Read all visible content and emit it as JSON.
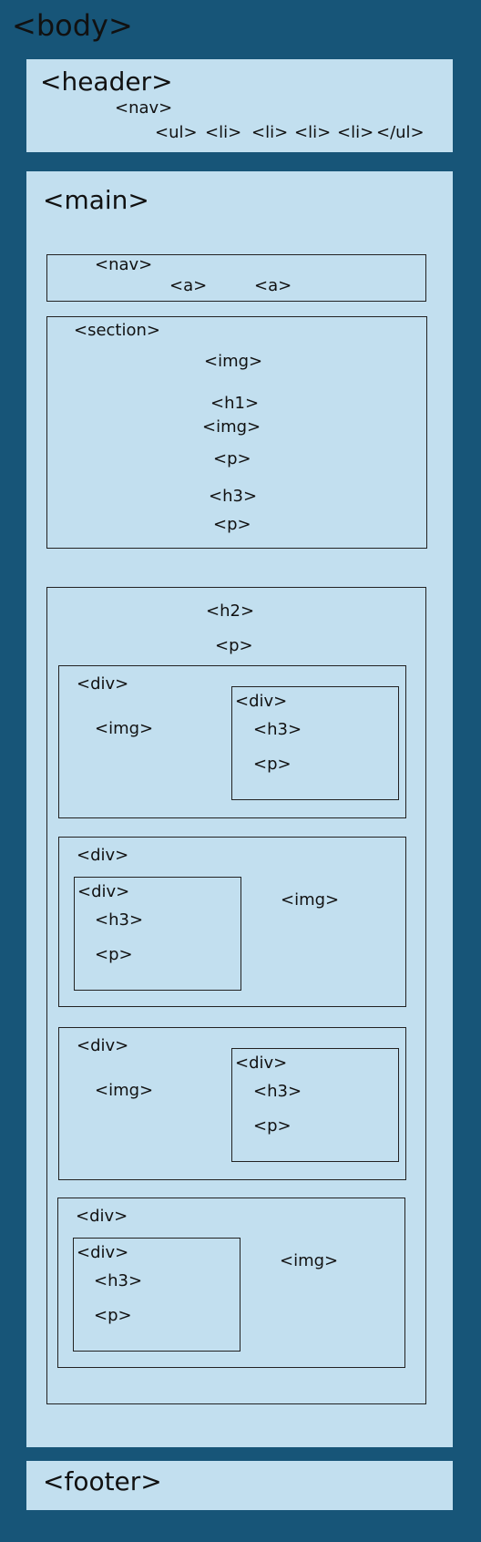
{
  "body_label": "<body>",
  "header": {
    "label": "<header>",
    "nav": "<nav>",
    "ul_open": "<ul>",
    "li": [
      "<li>",
      "<li>",
      "<li>",
      "<li>"
    ],
    "ul_close": "</ul>"
  },
  "main": {
    "label": "<main>",
    "nav": {
      "label": "<nav>",
      "links": [
        "<a>",
        "<a>"
      ]
    },
    "section": {
      "label": "<section>",
      "items": [
        "<img>",
        "<h1>",
        "<img>",
        "<p>",
        "<h3>",
        "<p>"
      ]
    },
    "article": {
      "h2": "<h2>",
      "p": "<p>",
      "cards": [
        {
          "div": "<div>",
          "img": "<img>",
          "inner_div": "<div>",
          "h3": "<h3>",
          "p": "<p>"
        },
        {
          "div": "<div>",
          "img": "<img>",
          "inner_div": "<div>",
          "h3": "<h3>",
          "p": "<p>"
        },
        {
          "div": "<div>",
          "img": "<img>",
          "inner_div": "<div>",
          "h3": "<h3>",
          "p": "<p>"
        },
        {
          "div": "<div>",
          "img": "<img>",
          "inner_div": "<div>",
          "h3": "<h3>",
          "p": "<p>"
        }
      ]
    }
  },
  "footer": {
    "label": "<footer>"
  },
  "colors": {
    "background": "#175578",
    "panel": "#c2dfef",
    "outline": "#222222"
  }
}
